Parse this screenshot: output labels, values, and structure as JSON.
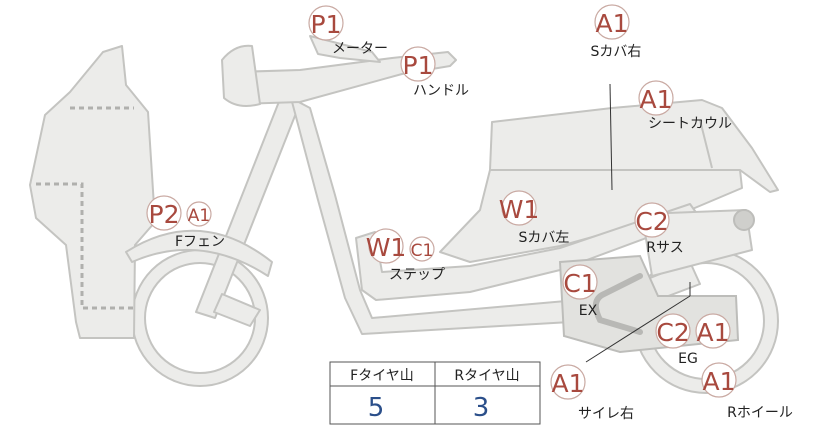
{
  "parts": {
    "meter": {
      "code": "P1",
      "label": "メーター"
    },
    "handle": {
      "code": "P1",
      "label": "ハンドル"
    },
    "s_cover_right": {
      "code": "A1",
      "label": "Sカバ右"
    },
    "seat_cowl": {
      "code": "A1",
      "label": "シートカウル"
    },
    "front_fender": {
      "code_major": "P2",
      "code_minor": "A1",
      "label": "Fフェン"
    },
    "s_cover_left": {
      "code": "W1",
      "label": "Sカバ左"
    },
    "step": {
      "code_major": "W1",
      "code_minor": "C1",
      "label": "ステップ"
    },
    "rear_suspension": {
      "code": "C2",
      "label": "Rサス"
    },
    "exhaust": {
      "code": "C1",
      "label": "EX"
    },
    "engine": {
      "code_a": "C2",
      "code_b": "A1",
      "label": "EG"
    },
    "muffler_right": {
      "code": "A1",
      "label": "サイレ右"
    },
    "rear_wheel": {
      "code": "A1",
      "label": "Rホイール"
    }
  },
  "tread_table": {
    "headers": [
      "Fタイヤ山",
      "Rタイヤ山"
    ],
    "values": [
      "5",
      "3"
    ]
  },
  "colors": {
    "code_text": "#a8493e",
    "table_value": "#2b4f8a",
    "body_fill": "#ececea"
  }
}
